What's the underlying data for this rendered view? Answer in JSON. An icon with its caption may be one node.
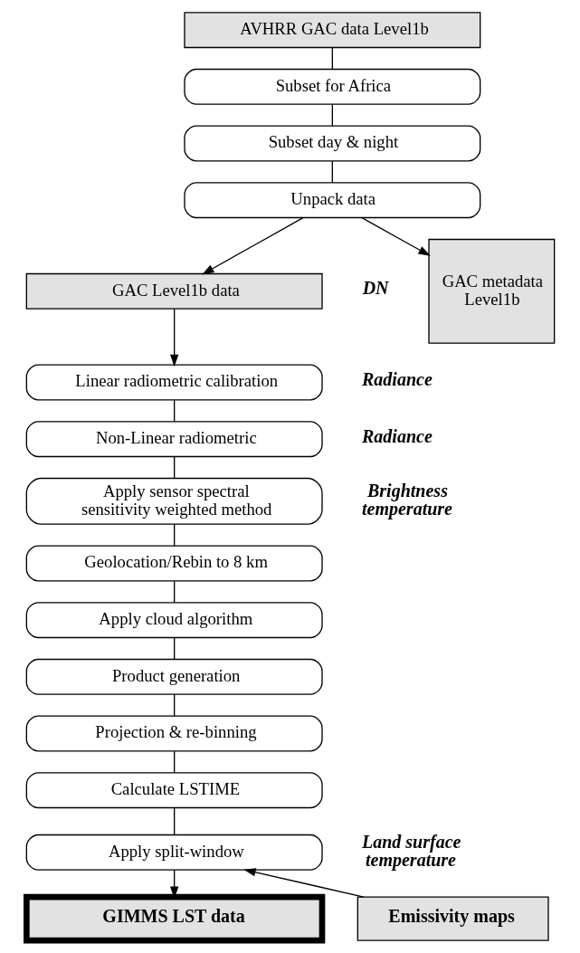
{
  "diagram": {
    "nodes": [
      {
        "text": [
          "AVHRR GAC data Level1b"
        ]
      },
      {
        "text": [
          "Subset for Africa"
        ]
      },
      {
        "text": [
          "Subset day & night"
        ]
      },
      {
        "text": [
          "Unpack data"
        ]
      },
      {
        "text": [
          "GAC Level1b data"
        ],
        "beside": [
          "DN"
        ]
      },
      {
        "text": [
          "GAC metadata Level1b"
        ]
      },
      {
        "text": [
          "Linear radiometric calibration"
        ],
        "beside": [
          "Radiance"
        ]
      },
      {
        "text": [
          "Non-Linear radiometric"
        ],
        "beside": [
          "Radiance"
        ]
      },
      {
        "text": [
          "Apply sensor spectral sensitivity weighted method"
        ],
        "beside": [
          "Brightness temperature"
        ]
      },
      {
        "text": [
          "Geolocation/Rebin to 8 km"
        ]
      },
      {
        "text": [
          "Apply cloud algorithm"
        ]
      },
      {
        "text": [
          "Product generation"
        ]
      },
      {
        "text": [
          "Projection & re-binning"
        ]
      },
      {
        "text": [
          "Calculate LSTIME"
        ]
      },
      {
        "text": [
          "Apply split-window"
        ],
        "beside": [
          "Land surface temperature"
        ]
      },
      {
        "text": [
          "Emissivity maps"
        ]
      },
      {
        "text": [
          "GIMMS LST data"
        ]
      }
    ],
    "edges": [
      {
        "from": 0,
        "to": 1,
        "arrow": "none"
      },
      {
        "from": 1,
        "to": 2,
        "arrow": "none"
      },
      {
        "from": 2,
        "to": 3,
        "arrow": "none"
      },
      {
        "from": 3,
        "to": 4,
        "arrow": "to"
      },
      {
        "from": 3,
        "to": 5,
        "arrow": "to"
      },
      {
        "from": 4,
        "to": 6,
        "arrow": "to"
      },
      {
        "from": 6,
        "to": 7,
        "arrow": "none"
      },
      {
        "from": 7,
        "to": 8,
        "arrow": "none"
      },
      {
        "from": 8,
        "to": 9,
        "arrow": "none"
      },
      {
        "from": 9,
        "to": 10,
        "arrow": "none"
      },
      {
        "from": 10,
        "to": 11,
        "arrow": "none"
      },
      {
        "from": 11,
        "to": 12,
        "arrow": "none"
      },
      {
        "from": 12,
        "to": 13,
        "arrow": "none"
      },
      {
        "from": 13,
        "to": 14,
        "arrow": "none"
      },
      {
        "from": 15,
        "to": 14,
        "arrow": "to"
      },
      {
        "from": 14,
        "to": 16,
        "arrow": "to"
      }
    ]
  }
}
